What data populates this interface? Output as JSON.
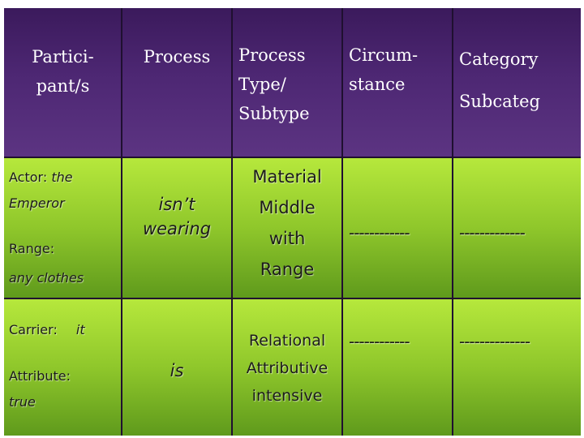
{
  "headers": {
    "participants": "Partici-\npant/s",
    "process": "Process",
    "process_type": "Process\nType/\nSubtype",
    "circumstance": "Circum-\nstance",
    "category": "Category",
    "subcategory": "Subcateg"
  },
  "row1": {
    "actor_label": "Actor:",
    "actor_value": "the",
    "actor_value2": "Emperor",
    "range_label": "Range:",
    "range_value": "any clothes",
    "process": "isn’t\nwearing",
    "process_type": "Material\nMiddle\nwith\nRange",
    "circumstance": "------------",
    "category": "-------------"
  },
  "row2": {
    "carrier_label": "Carrier:",
    "carrier_value": "it",
    "attribute_label": "Attribute:",
    "attribute_value": "true",
    "process": "is",
    "process_type": "Relational\nAttributive\nintensive",
    "circumstance": "------------",
    "category": "--------------"
  },
  "colors": {
    "header_bg": "#4d2773",
    "body_bg": "#8fc72b",
    "border": "#1f1030"
  }
}
